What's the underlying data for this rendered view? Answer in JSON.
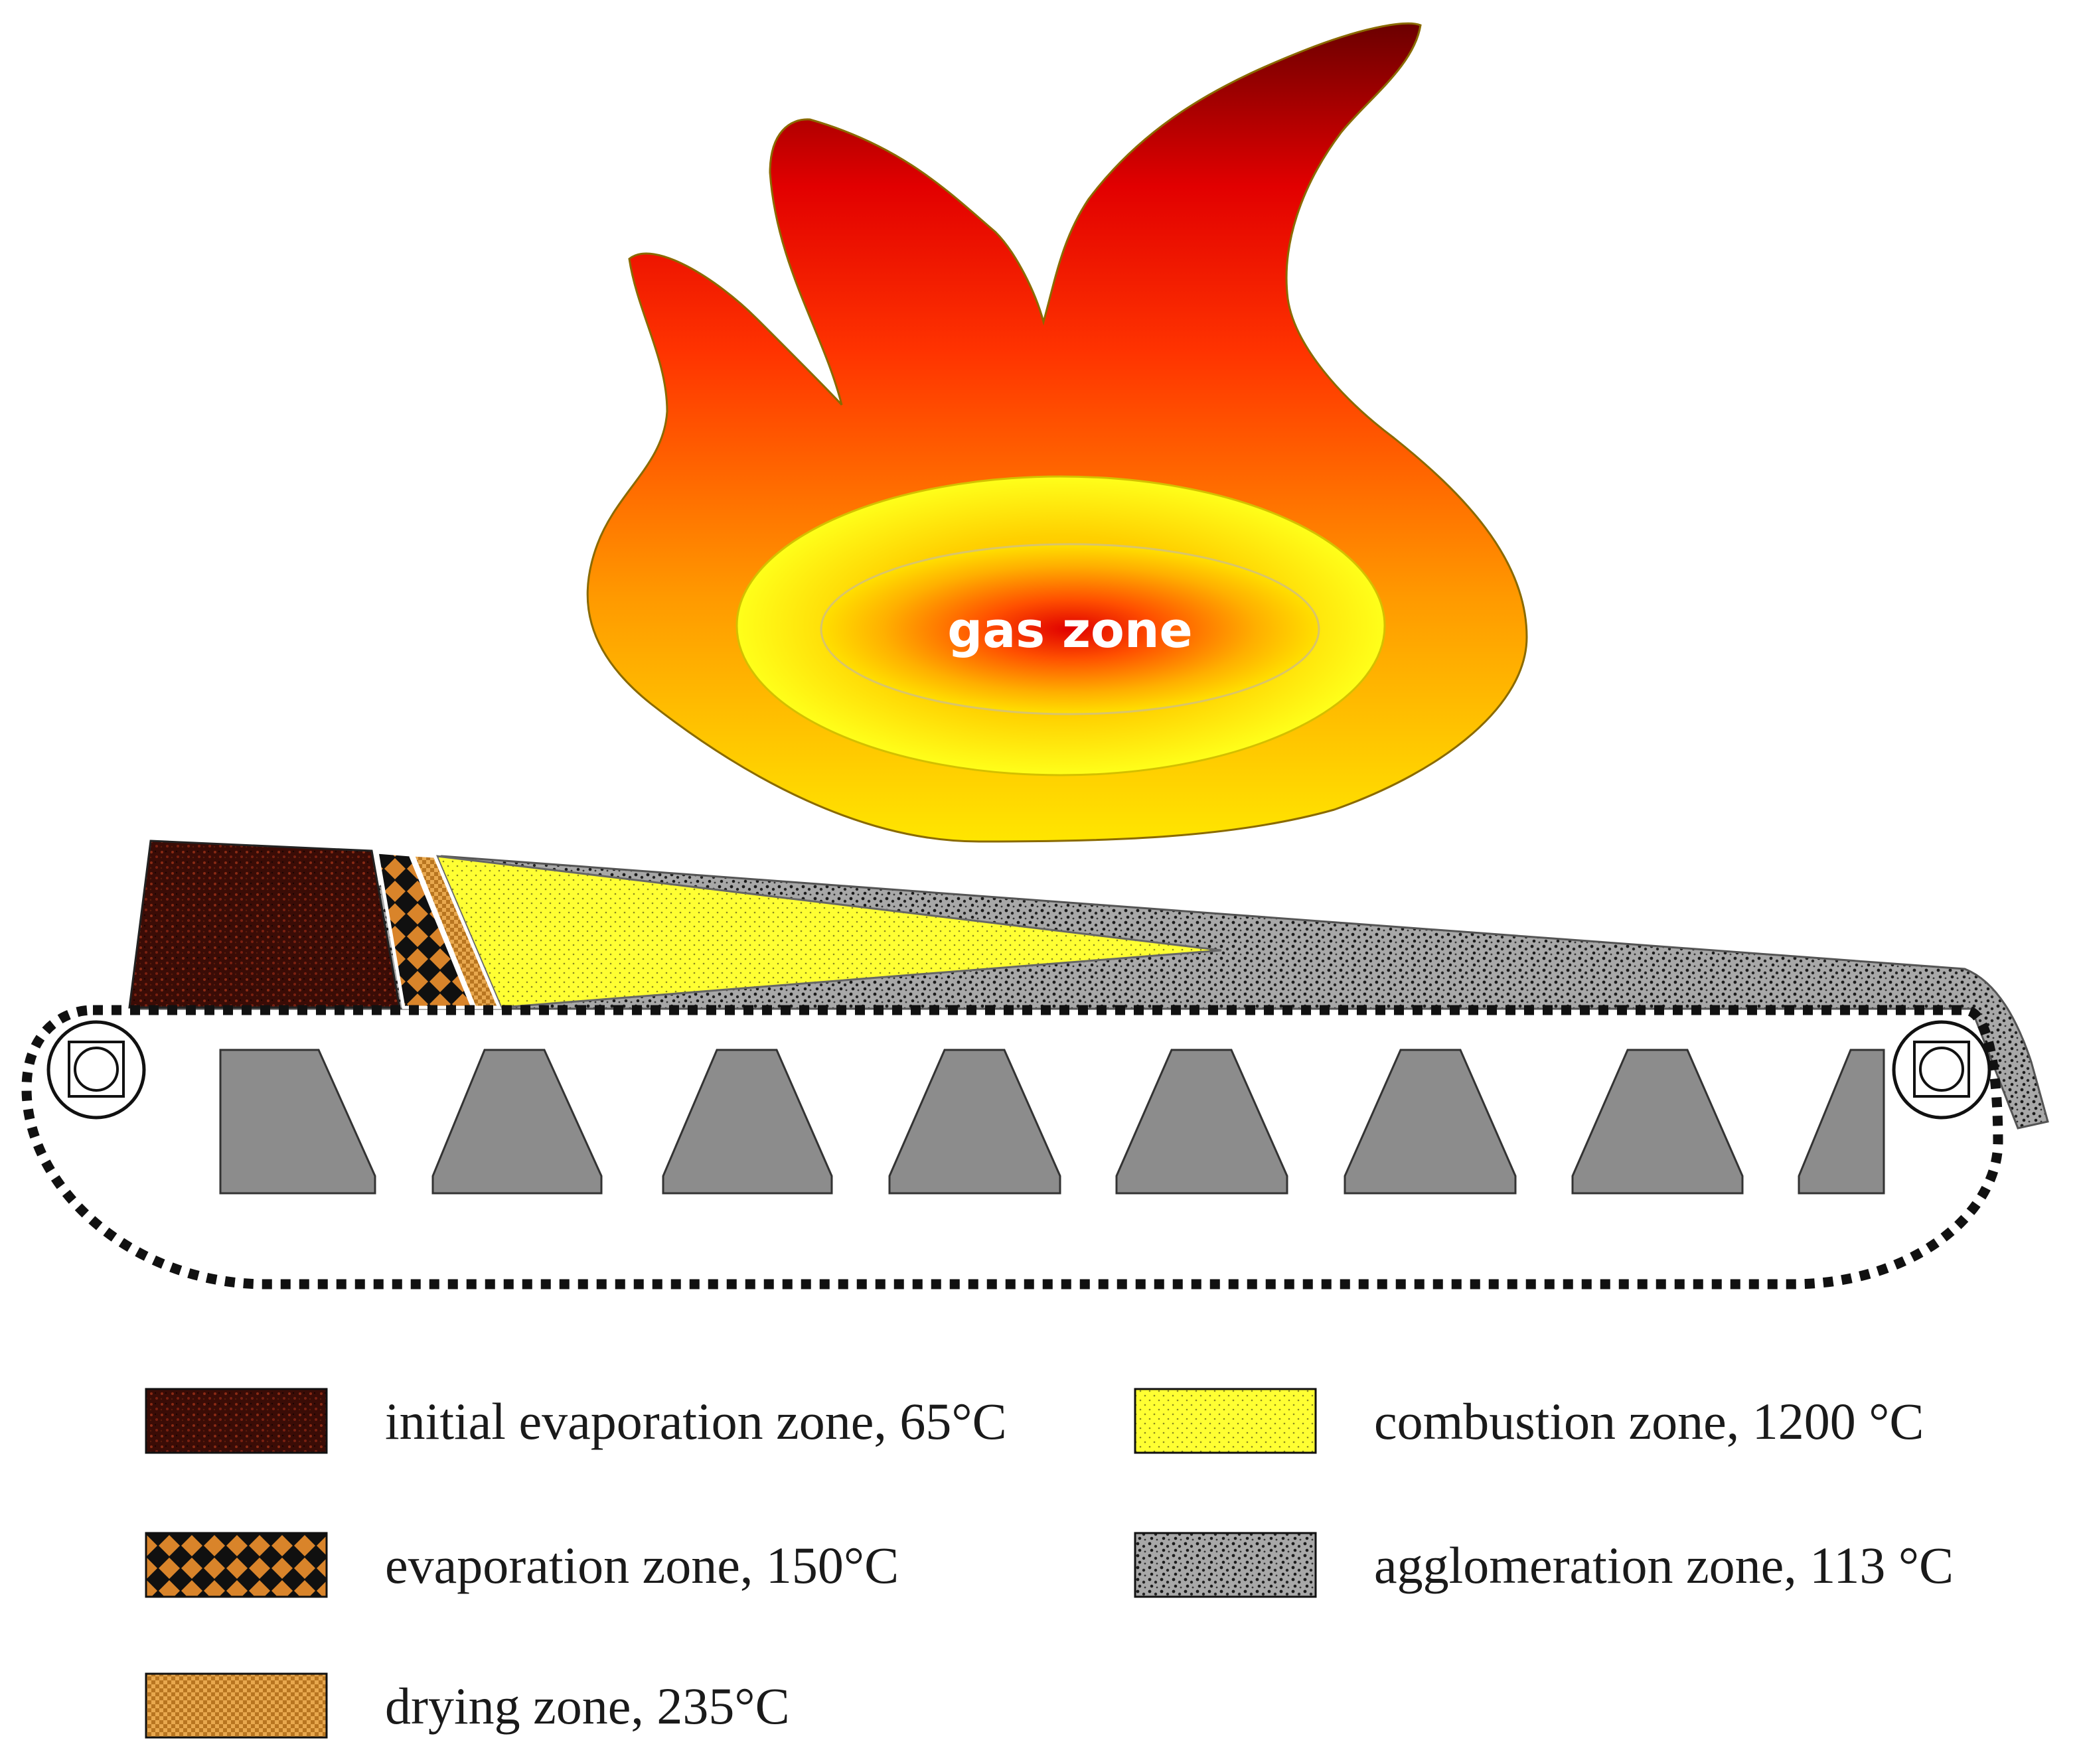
{
  "diagram": {
    "flame": {
      "label": "gas zone"
    },
    "legend": [
      {
        "id": "initial-evaporation",
        "label": "initial evaporation zone, 65°C",
        "pattern": "initial-evaporation",
        "base_color": "#3a0c06"
      },
      {
        "id": "evaporation",
        "label": "evaporation zone, 150°C",
        "pattern": "evaporation",
        "base_color": "#d98a2b"
      },
      {
        "id": "drying",
        "label": "drying zone, 235°C",
        "pattern": "drying",
        "base_color": "#e3a24c"
      },
      {
        "id": "combustion",
        "label": "combustion zone, 1200 °C",
        "pattern": "combustion",
        "base_color": "#ffff2a"
      },
      {
        "id": "agglomeration",
        "label": "agglomeration zone, 113 °C",
        "pattern": "agglomeration",
        "base_color": "#9a9a9a"
      }
    ],
    "colors": {
      "flame_top": "#6b0000",
      "flame_mid": "#ff1a00",
      "flame_low": "#ff8c00",
      "flame_bottom": "#ffe600",
      "windbox": "#8c8c8c",
      "track": "#000000"
    }
  }
}
